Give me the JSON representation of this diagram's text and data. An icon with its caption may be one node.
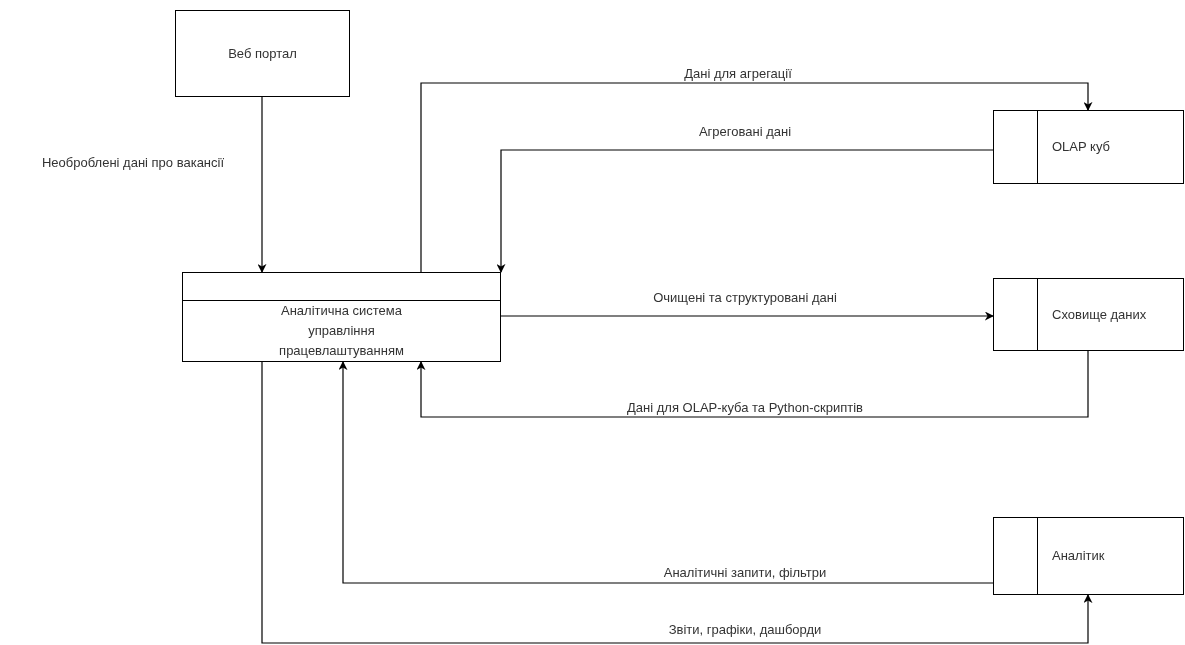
{
  "diagram": {
    "nodes": [
      {
        "text": [
          "Веб портал"
        ]
      },
      {
        "text": [
          "Аналітична система управління працевлаштуванням"
        ]
      },
      {
        "text": [
          "OLAP куб"
        ]
      },
      {
        "text": [
          "Сховище даних"
        ]
      },
      {
        "text": [
          "Аналітик"
        ]
      }
    ],
    "edges": [
      {
        "from": 0,
        "to": 1,
        "arrow": "to",
        "label": "Необроблені дані про вакансії"
      },
      {
        "from": 1,
        "to": 2,
        "arrow": "to",
        "label": "Дані для агрегації"
      },
      {
        "from": 2,
        "to": 1,
        "arrow": "to",
        "label": "Агреговані дані"
      },
      {
        "from": 1,
        "to": 3,
        "arrow": "to",
        "label": "Очищені та структуровані дані"
      },
      {
        "from": 3,
        "to": 1,
        "arrow": "to",
        "label": "Дані для OLAP-куба та Python-скриптів"
      },
      {
        "from": 4,
        "to": 1,
        "arrow": "to",
        "label": "Аналітичні запити, фільтри"
      },
      {
        "from": 1,
        "to": 4,
        "arrow": "to",
        "label": "Звіти, графіки, дашборди"
      }
    ]
  }
}
